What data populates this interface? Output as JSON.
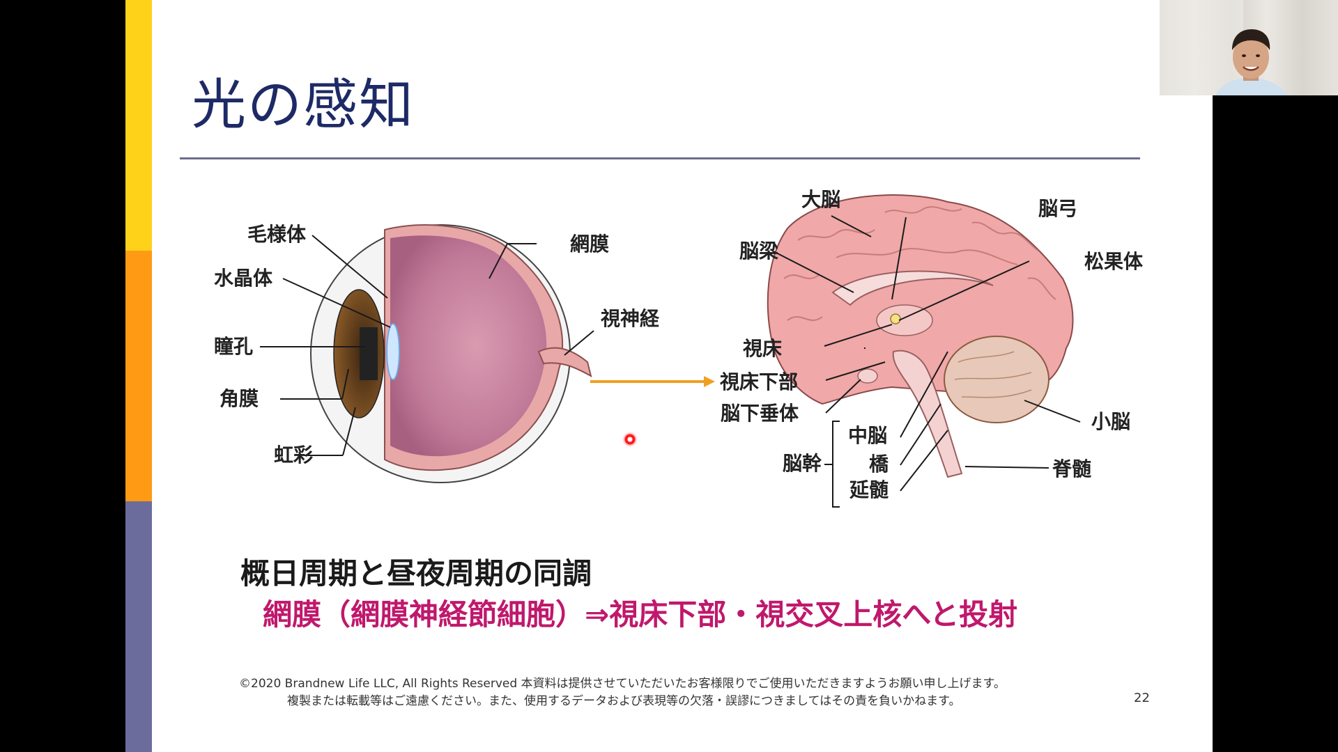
{
  "slide": {
    "title": "光の感知",
    "page_number": "22",
    "colors": {
      "accent_yellow": "#ffd21a",
      "accent_orange": "#ff9a14",
      "accent_slate": "#6c6c9c",
      "title": "#1d2a66",
      "highlight": "#c0186c",
      "arrow": "#f0a020"
    }
  },
  "eye": {
    "labels": {
      "ciliary_body": "毛様体",
      "lens": "水晶体",
      "pupil": "瞳孔",
      "cornea": "角膜",
      "iris": "虹彩",
      "retina": "網膜",
      "optic_nerve": "視神経"
    }
  },
  "brain": {
    "labels": {
      "cerebrum": "大脳",
      "fornix": "脳弓",
      "corpus_callosum": "脳梁",
      "pineal_body": "松果体",
      "thalamus": "視床",
      "hypothalamus": "視床下部",
      "pituitary": "脳下垂体",
      "cerebellum": "小脳",
      "brainstem": "脳幹",
      "midbrain": "中脳",
      "pons": "橋",
      "medulla": "延髄",
      "spinal_cord": "脊髄"
    }
  },
  "text": {
    "sync_title": "概日周期と昼夜周期の同調",
    "sync_detail": "網膜（網膜神経節細胞）⇒視床下部・視交叉上核へと投射"
  },
  "footer": {
    "copyright_line1": "©2020 Brandnew Life LLC, All Rights Reserved  本資料は提供させていただいたお客様限りでご使用いただきますようお願い申し上げます。",
    "copyright_line2": "複製または転載等はご遠慮ください。また、使用するデータおよび表現等の欠落・誤謬につきましてはその責を負いかねます。"
  },
  "webcam": {
    "icon": "presenter-video-feed"
  }
}
